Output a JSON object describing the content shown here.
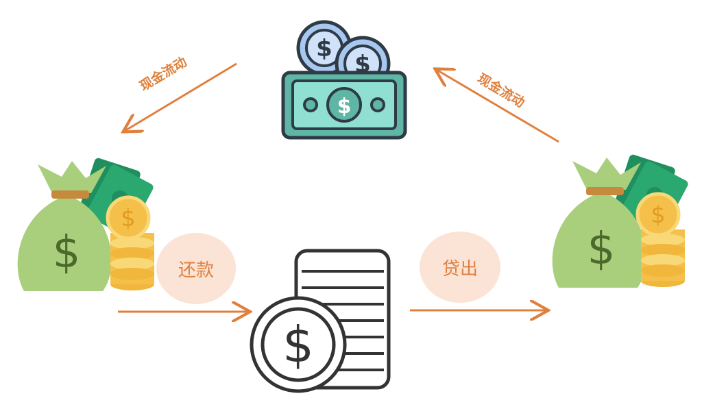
{
  "labels": {
    "cash_flow_left": "现金流动",
    "cash_flow_right": "现金流动",
    "repay": "还款",
    "lend": "贷出"
  },
  "icons": {
    "top": "cash-stack-icon",
    "left": "money-bag-icon",
    "right": "money-bag-icon",
    "center": "coin-ledger-icon"
  },
  "colors": {
    "arrow": "#e0803e",
    "bubble": "#fbe3d6",
    "bag": "#a9cf7d",
    "coin": "#f5c04a",
    "banknote": "#7ed3c6"
  }
}
